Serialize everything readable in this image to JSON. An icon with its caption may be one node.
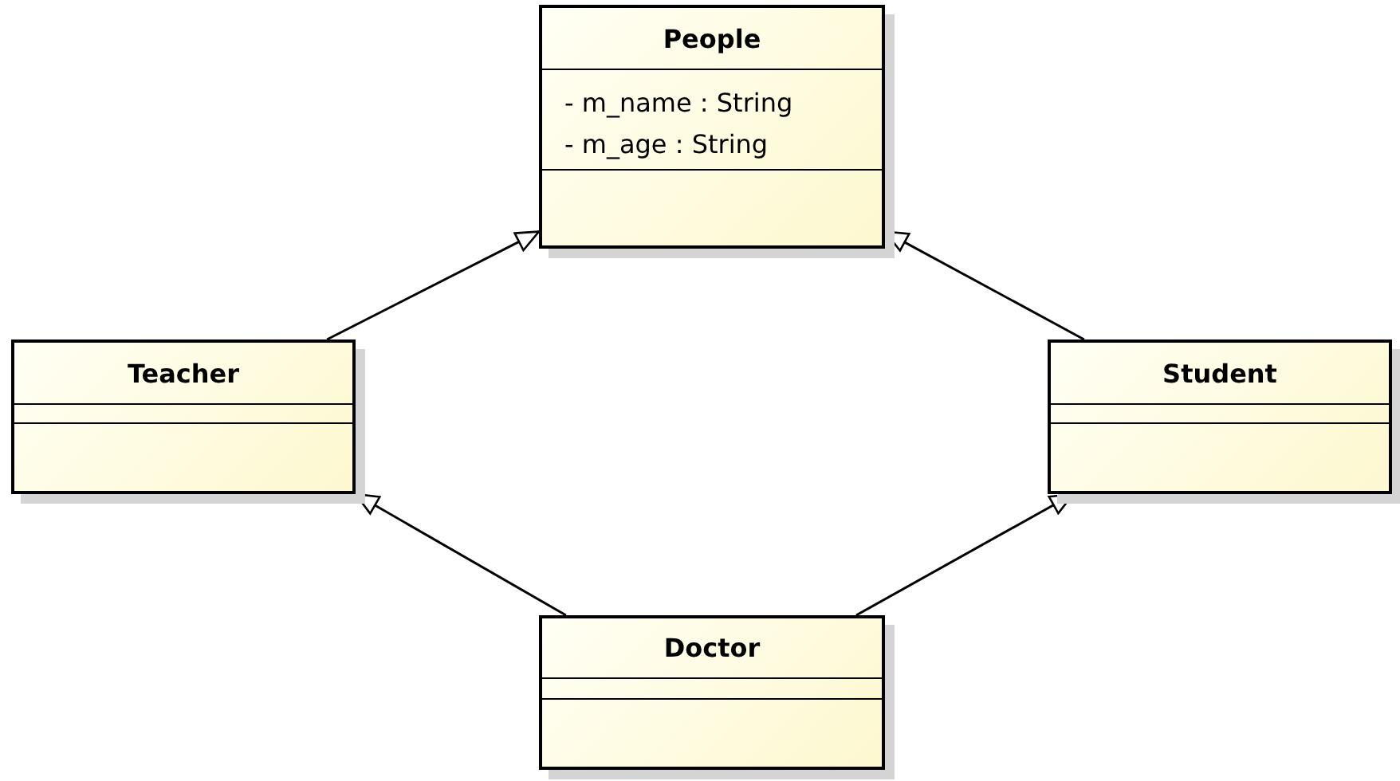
{
  "diagram": {
    "nodes": [
      {
        "text": [
          "People",
          "- m_name : String",
          "- m_age : String"
        ]
      },
      {
        "text": [
          "Teacher"
        ]
      },
      {
        "text": [
          "Student"
        ]
      },
      {
        "text": [
          "Doctor"
        ]
      }
    ],
    "edges": [
      {
        "from": 1,
        "to": 0,
        "arrow": "to"
      },
      {
        "from": 2,
        "to": 0,
        "arrow": "to"
      },
      {
        "from": 3,
        "to": 1,
        "arrow": "to"
      },
      {
        "from": 3,
        "to": 2,
        "arrow": "to"
      }
    ]
  }
}
